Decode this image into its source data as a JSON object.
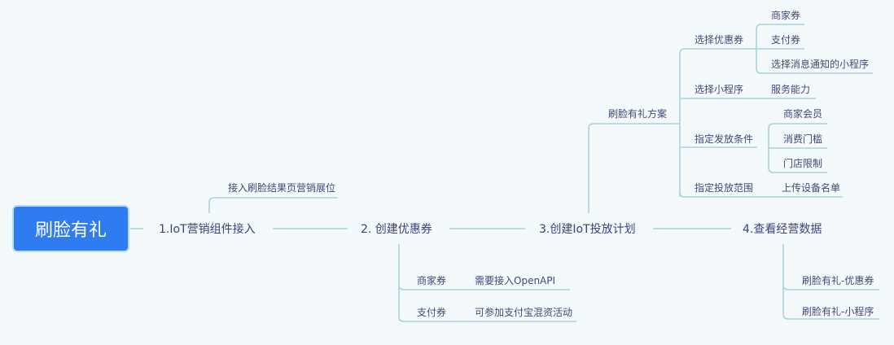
{
  "root": "刷脸有礼",
  "branches": [
    {
      "label": "1.IoT营销组件接入",
      "children": [
        "接入刷脸结果页营销展位"
      ]
    },
    {
      "label": "2. 创建优惠券",
      "children": [
        {
          "label": "商家券",
          "detail": "需要接入OpenAPI"
        },
        {
          "label": "支付券",
          "detail": "可参加支付宝混资活动"
        }
      ]
    },
    {
      "label": "3.创建IoT投放计划",
      "plan": "刷脸有礼方案",
      "steps": [
        {
          "label": "选择优惠券",
          "children": [
            "商家券",
            "支付券",
            "选择消息通知的小程序"
          ]
        },
        {
          "label": "选择小程序",
          "children": [
            "服务能力"
          ]
        },
        {
          "label": "指定发放条件",
          "children": [
            "商家会员",
            "消费门槛",
            "门店限制"
          ]
        },
        {
          "label": "指定投放范围",
          "children": [
            "上传设备名单"
          ]
        }
      ]
    },
    {
      "label": "4.查看经营数据",
      "children": [
        "刷脸有礼-优惠券",
        "刷脸有礼-小程序"
      ]
    }
  ],
  "colors": {
    "line": "#a9d3db",
    "text": "#3f4a78",
    "root": "#2f7cf0"
  }
}
